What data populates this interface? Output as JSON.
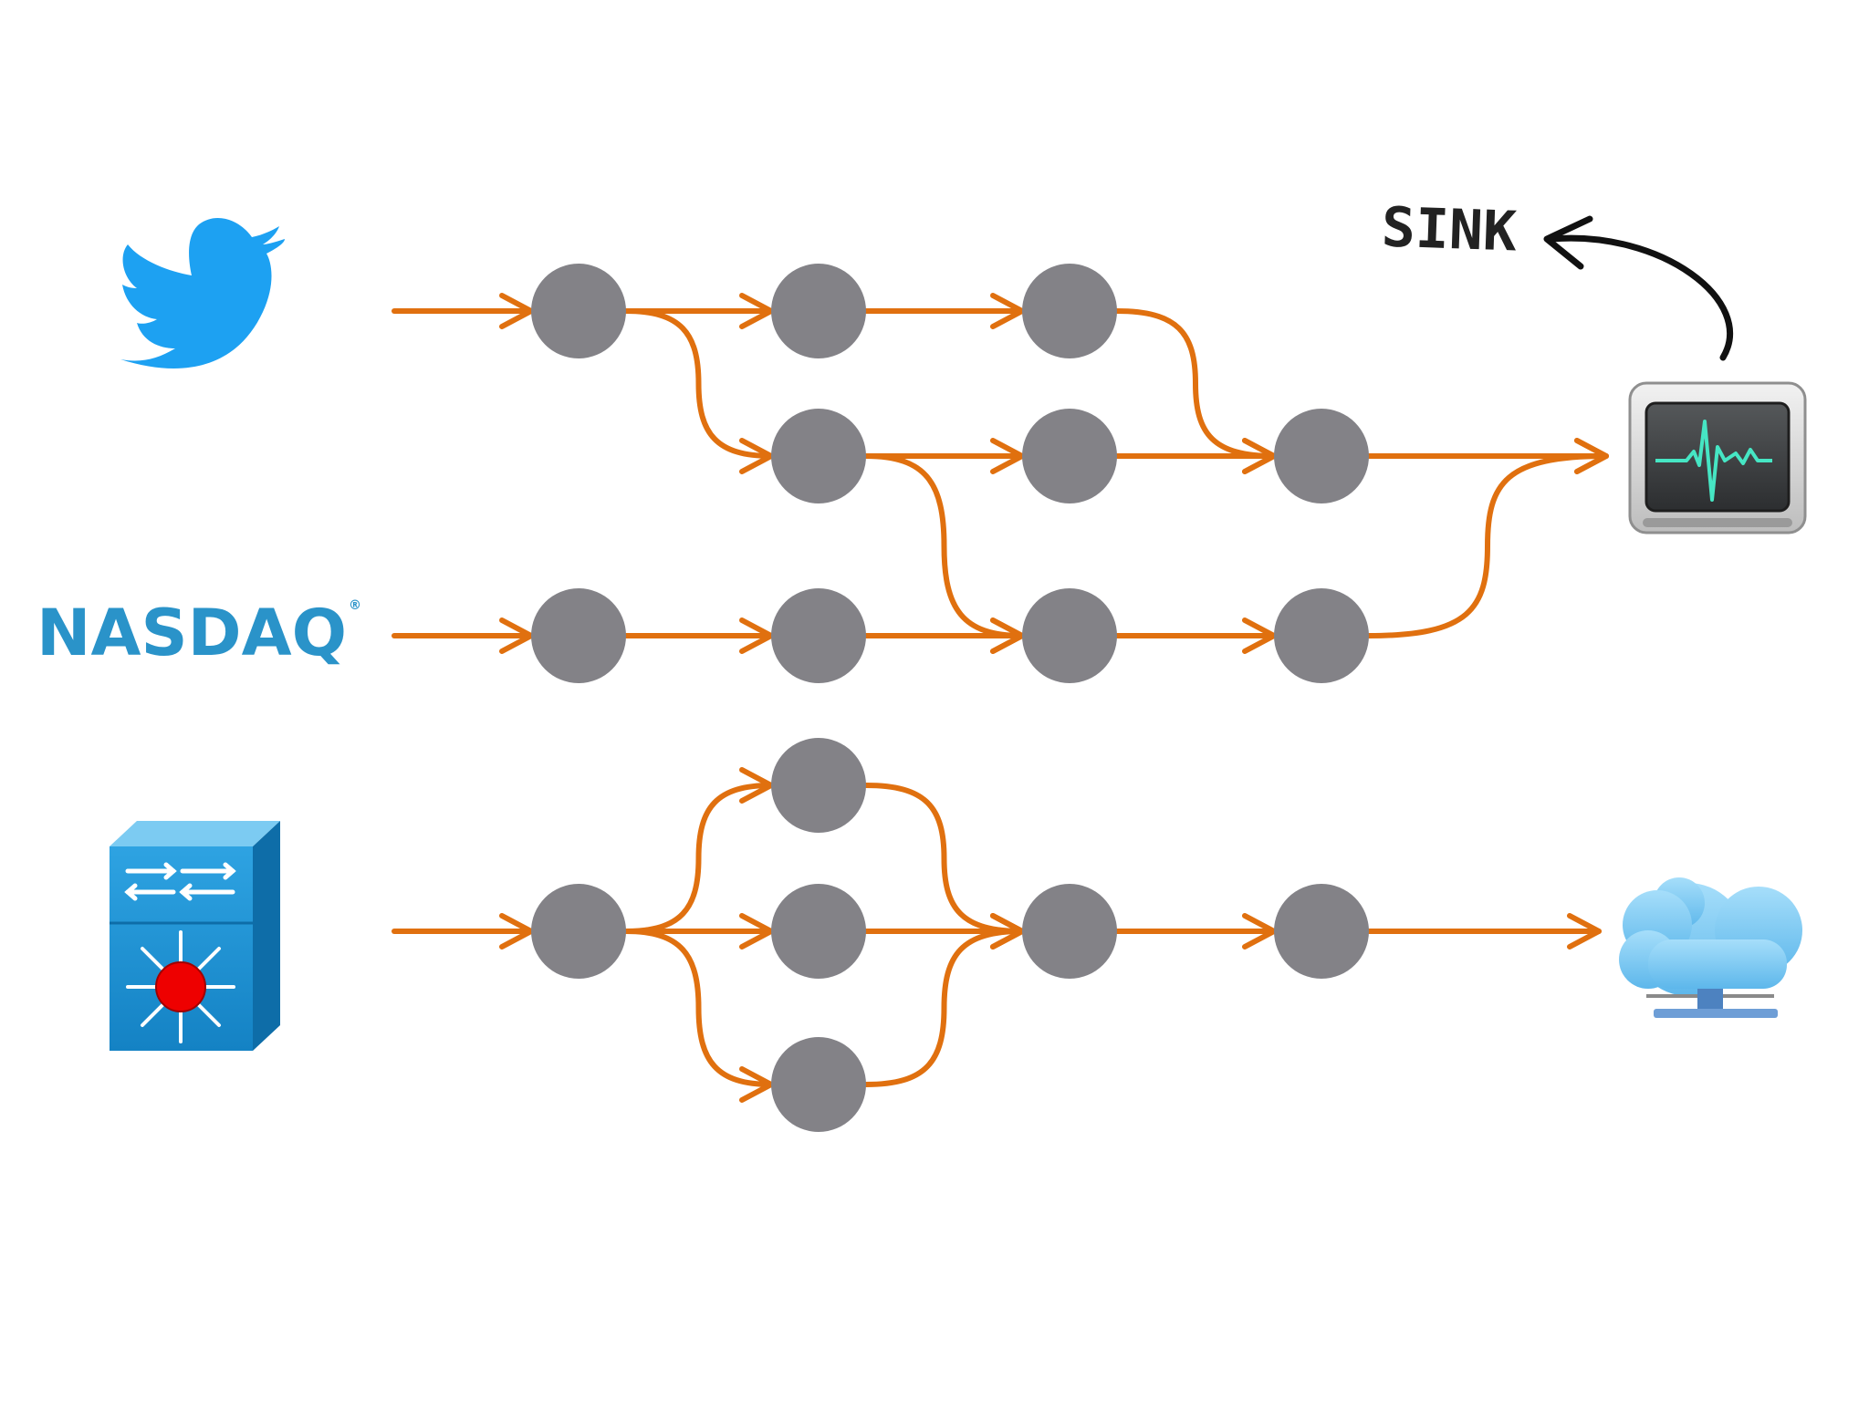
{
  "diagram": {
    "title": "",
    "sources": {
      "twitter": {
        "icon": "twitter-bird-icon",
        "color": "#1DA1F2"
      },
      "nasdaq": {
        "label": "NASDAQ",
        "mark": "®",
        "color": "#2A93C9"
      },
      "network_switch": {
        "icon": "network-switch-icon",
        "color": "#1B8FD1"
      }
    },
    "sinks": {
      "monitor": {
        "icon": "activity-monitor-icon"
      },
      "cloud": {
        "icon": "cloud-server-icon",
        "color": "#6EC6F3"
      }
    },
    "annotation": {
      "label": "SINK",
      "points_to": "monitor"
    },
    "colors": {
      "edge": "#E0700F",
      "node": "#838287",
      "annotation": "#222222"
    },
    "nodes": [
      {
        "id": "a1"
      },
      {
        "id": "a2"
      },
      {
        "id": "a3"
      },
      {
        "id": "b2"
      },
      {
        "id": "b3"
      },
      {
        "id": "b4"
      },
      {
        "id": "c1"
      },
      {
        "id": "c2"
      },
      {
        "id": "c3"
      },
      {
        "id": "c4"
      },
      {
        "id": "d2"
      },
      {
        "id": "e1"
      },
      {
        "id": "e2"
      },
      {
        "id": "e3"
      },
      {
        "id": "e4"
      },
      {
        "id": "f2"
      }
    ],
    "edges": [
      {
        "from": "twitter",
        "to": "a1"
      },
      {
        "from": "a1",
        "to": "a2"
      },
      {
        "from": "a2",
        "to": "a3"
      },
      {
        "from": "a1",
        "to": "b2"
      },
      {
        "from": "b2",
        "to": "b3"
      },
      {
        "from": "b3",
        "to": "b4"
      },
      {
        "from": "a3",
        "to": "b4"
      },
      {
        "from": "b4",
        "to": "monitor"
      },
      {
        "from": "nasdaq",
        "to": "c1"
      },
      {
        "from": "c1",
        "to": "c2"
      },
      {
        "from": "c2",
        "to": "c3"
      },
      {
        "from": "b2",
        "to": "c3"
      },
      {
        "from": "c3",
        "to": "c4"
      },
      {
        "from": "c4",
        "to": "monitor"
      },
      {
        "from": "network_switch",
        "to": "e1"
      },
      {
        "from": "e1",
        "to": "d2"
      },
      {
        "from": "e1",
        "to": "e2"
      },
      {
        "from": "e1",
        "to": "f2"
      },
      {
        "from": "d2",
        "to": "e3"
      },
      {
        "from": "e2",
        "to": "e3"
      },
      {
        "from": "f2",
        "to": "e3"
      },
      {
        "from": "e3",
        "to": "e4"
      },
      {
        "from": "e4",
        "to": "cloud"
      }
    ]
  }
}
